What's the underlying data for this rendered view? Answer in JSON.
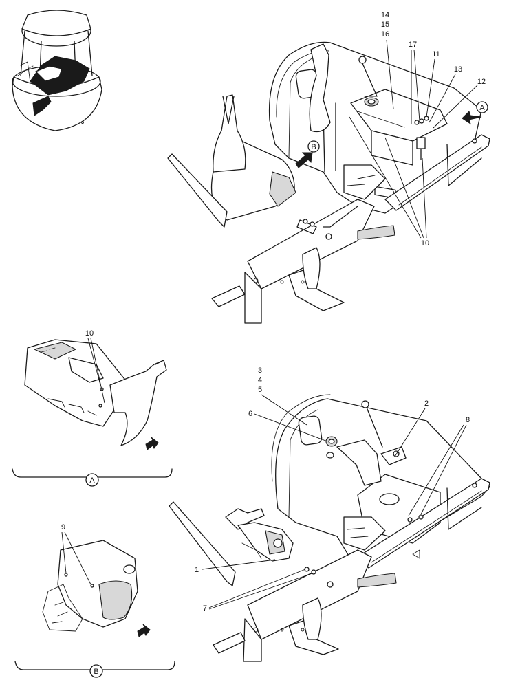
{
  "callouts_top": {
    "c14": "14",
    "c15": "15",
    "c16": "16",
    "c17": "17",
    "c11": "11",
    "c13": "13",
    "c12": "12",
    "c10": "10"
  },
  "callouts_bottom": {
    "c3": "3",
    "c4": "4",
    "c5": "5",
    "c6": "6",
    "c2": "2",
    "c8": "8",
    "c1": "1",
    "c7": "7"
  },
  "detail_a": {
    "callout": "10",
    "view_label": "A"
  },
  "detail_b": {
    "callout": "9",
    "view_label": "B"
  },
  "view_markers": {
    "a": "A",
    "b": "B"
  }
}
